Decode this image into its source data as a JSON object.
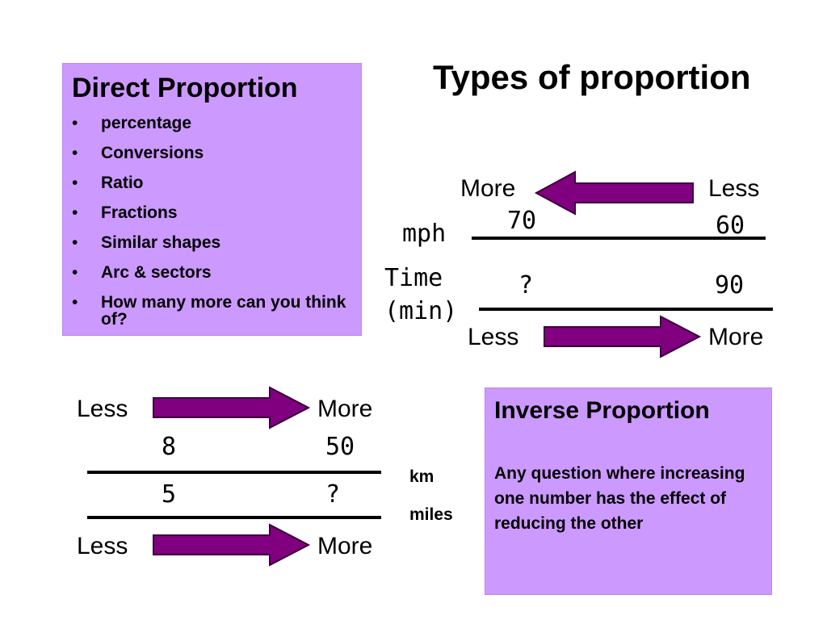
{
  "title": "Types of proportion",
  "colors": {
    "box": "#cc99ff",
    "arrow": "#800080"
  },
  "direct_box": {
    "heading": "Direct Proportion",
    "items": [
      "percentage",
      "Conversions",
      "Ratio",
      "Fractions",
      "Similar shapes",
      "Arc & sectors",
      "How many more can you think of?"
    ]
  },
  "speed_diagram": {
    "top_left_label": "More",
    "top_right_label": "Less",
    "row1_label": "mph",
    "row1_left": "70",
    "row1_right": "60",
    "row2_label_line1": "Time",
    "row2_label_line2": "(min)",
    "row2_left": "?",
    "row2_right": "90",
    "bottom_left_label": "Less",
    "bottom_right_label": "More"
  },
  "conversion_diagram": {
    "top_left_label": "Less",
    "top_right_label": "More",
    "row1_left": "8",
    "row1_right": "50",
    "row2_left": "5",
    "row2_right": "?",
    "row1_unit": "km",
    "row2_unit": "miles",
    "bottom_left_label": "Less",
    "bottom_right_label": "More"
  },
  "inverse_box": {
    "heading": "Inverse Proportion",
    "body": "Any question where increasing one number has the effect of reducing the other"
  }
}
